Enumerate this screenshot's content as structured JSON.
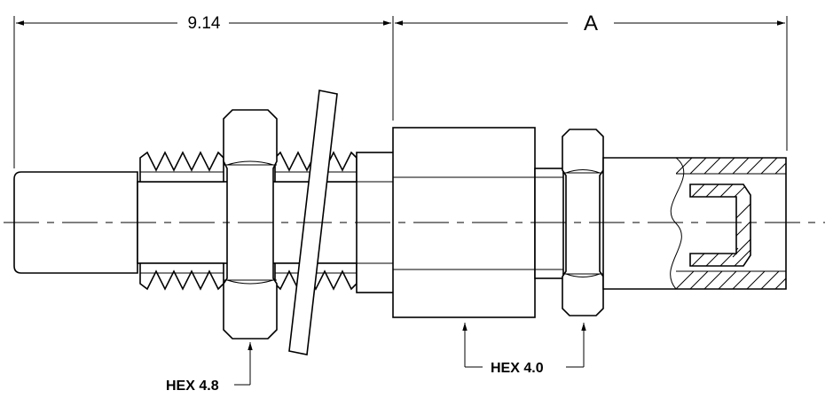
{
  "dimensions": {
    "left_length": "9.14",
    "right_length": "A"
  },
  "callouts": {
    "hex_large": "HEX 4.8",
    "hex_small": "HEX 4.0"
  }
}
